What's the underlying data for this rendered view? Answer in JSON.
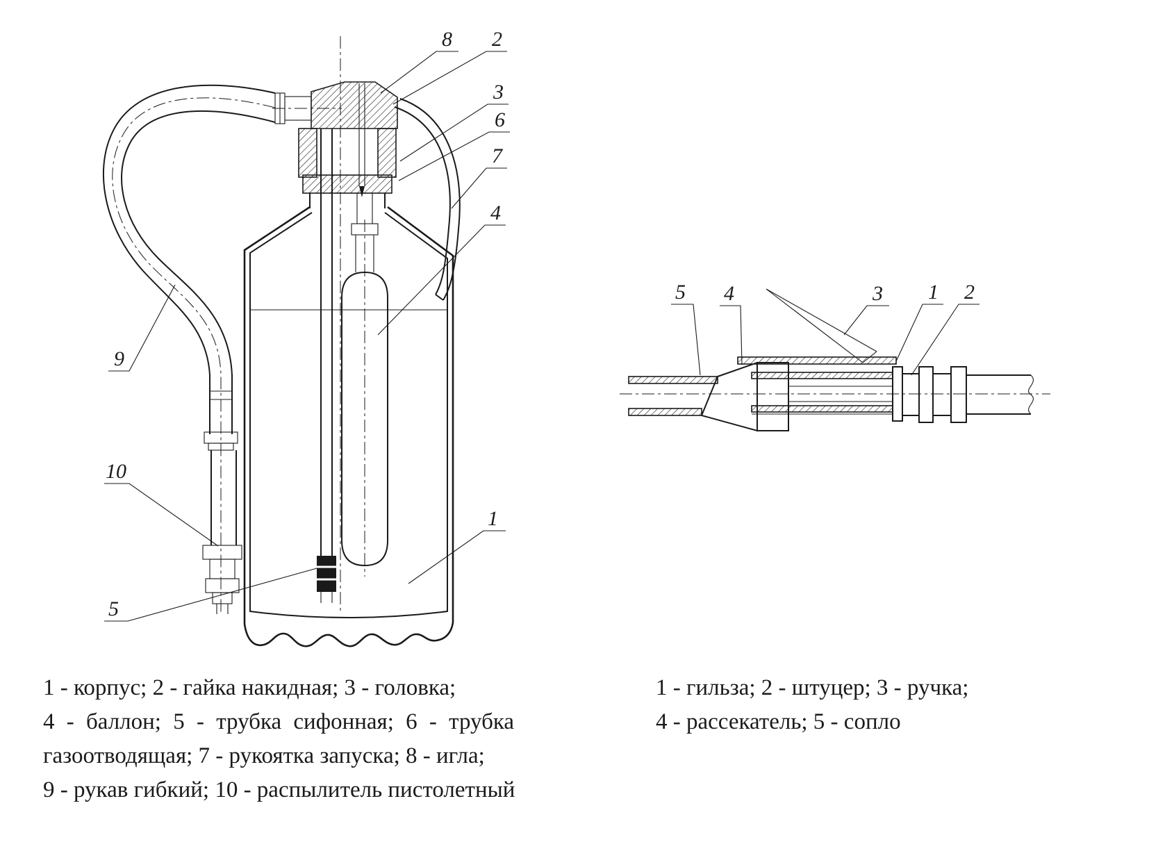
{
  "diagram": {
    "kind": "technical-line-drawing",
    "subject": "fire extinguisher cross-section (left) and pistol sprayer nozzle detail (right)",
    "colors": {
      "ink": "#1a1a1a",
      "background": "#ffffff"
    },
    "left_figure": {
      "callouts": {
        "c1": "1",
        "c2": "2",
        "c3": "3",
        "c4": "4",
        "c5": "5",
        "c6": "6",
        "c7": "7",
        "c8": "8",
        "c9": "9",
        "c10": "10"
      }
    },
    "right_figure": {
      "callouts": {
        "c1": "1",
        "c2": "2",
        "c3": "3",
        "c4": "4",
        "c5": "5"
      }
    },
    "captions": {
      "left": {
        "line1": "1 - корпус; 2 - гайка накидная; 3 - головка;",
        "line2": "4 - баллон; 5 - трубка сифонная; 6 - трубка",
        "line3": "газоотводящая; 7 - рукоятка запуска; 8 - игла;",
        "line4": "9 - рукав гибкий; 10 - распылитель пистолетный"
      },
      "right": {
        "line1": "1 - гильза; 2 - штуцер; 3 - ручка;",
        "line2": "4 - рассекатель; 5 - сопло"
      }
    }
  }
}
